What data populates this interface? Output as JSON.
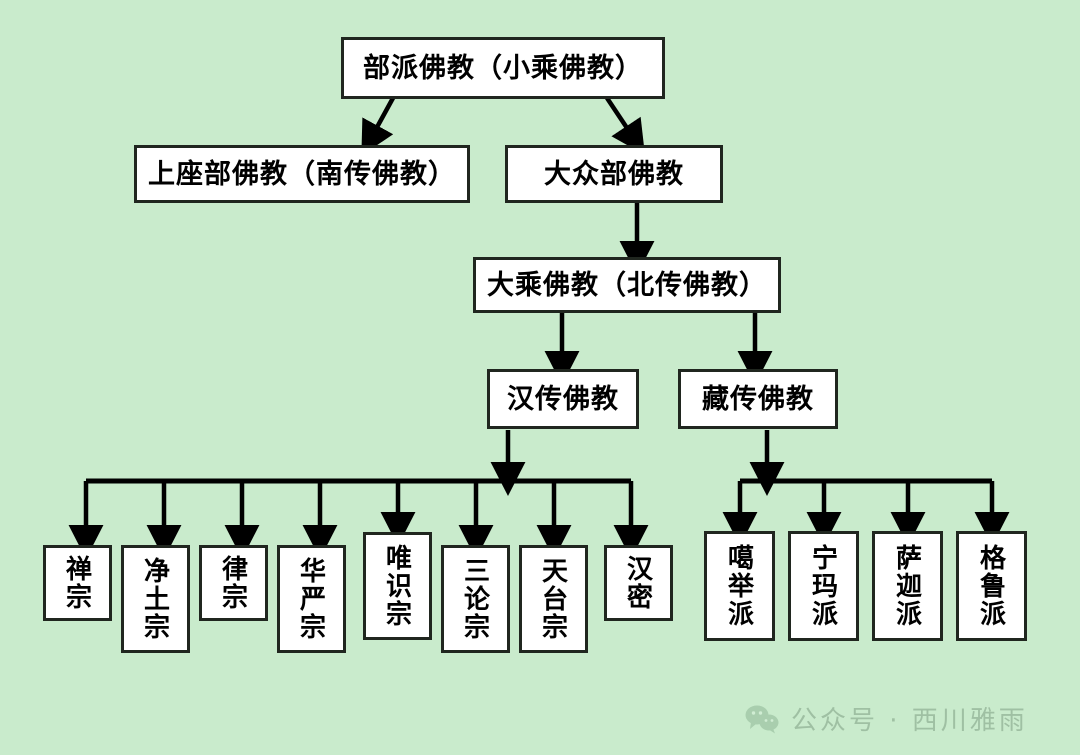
{
  "page": {
    "background_color": "#c9ebcc",
    "box_fill_color": "#ffffff",
    "box_border_color": "#20261f",
    "connector_color": "#000000"
  },
  "diagram": {
    "type": "hierarchy-tree",
    "title_node": "部派佛教（小乘佛教）",
    "levels": [
      {
        "level": 1,
        "nodes": [
          {
            "id": "root",
            "label": "部派佛教（小乘佛教）",
            "orientation": "horizontal"
          }
        ]
      },
      {
        "level": 2,
        "nodes": [
          {
            "id": "theravada",
            "label": "上座部佛教（南传佛教）",
            "orientation": "horizontal"
          },
          {
            "id": "mahasamghika",
            "label": "大众部佛教",
            "orientation": "horizontal"
          }
        ]
      },
      {
        "level": 3,
        "nodes": [
          {
            "id": "mahayana",
            "label": "大乘佛教（北传佛教）",
            "orientation": "horizontal"
          }
        ]
      },
      {
        "level": 4,
        "nodes": [
          {
            "id": "chinese",
            "label": "汉传佛教",
            "orientation": "horizontal"
          },
          {
            "id": "tibetan",
            "label": "藏传佛教",
            "orientation": "horizontal"
          }
        ]
      },
      {
        "level": 5,
        "nodes": [
          {
            "id": "chan",
            "label": "禅宗",
            "orientation": "vertical",
            "parent": "chinese"
          },
          {
            "id": "jingtu",
            "label": "净土宗",
            "orientation": "vertical",
            "parent": "chinese"
          },
          {
            "id": "lu",
            "label": "律宗",
            "orientation": "vertical",
            "parent": "chinese"
          },
          {
            "id": "huayan",
            "label": "华严宗",
            "orientation": "vertical",
            "parent": "chinese"
          },
          {
            "id": "weishi",
            "label": "唯识宗",
            "orientation": "vertical",
            "parent": "chinese"
          },
          {
            "id": "sanlun",
            "label": "三论宗",
            "orientation": "vertical",
            "parent": "chinese"
          },
          {
            "id": "tiantai",
            "label": "天台宗",
            "orientation": "vertical",
            "parent": "chinese"
          },
          {
            "id": "hanmi",
            "label": "汉密",
            "orientation": "vertical",
            "parent": "chinese"
          },
          {
            "id": "kagyu",
            "label": "噶举派",
            "orientation": "vertical",
            "parent": "tibetan"
          },
          {
            "id": "nyingma",
            "label": "宁玛派",
            "orientation": "vertical",
            "parent": "tibetan"
          },
          {
            "id": "sakya",
            "label": "萨迦派",
            "orientation": "vertical",
            "parent": "tibetan"
          },
          {
            "id": "gelug",
            "label": "格鲁派",
            "orientation": "vertical",
            "parent": "tibetan"
          }
        ]
      }
    ]
  },
  "watermark": {
    "icon": "wechat-icon",
    "text": "公众号 · 西川雅雨",
    "color": "#7e9d82"
  }
}
